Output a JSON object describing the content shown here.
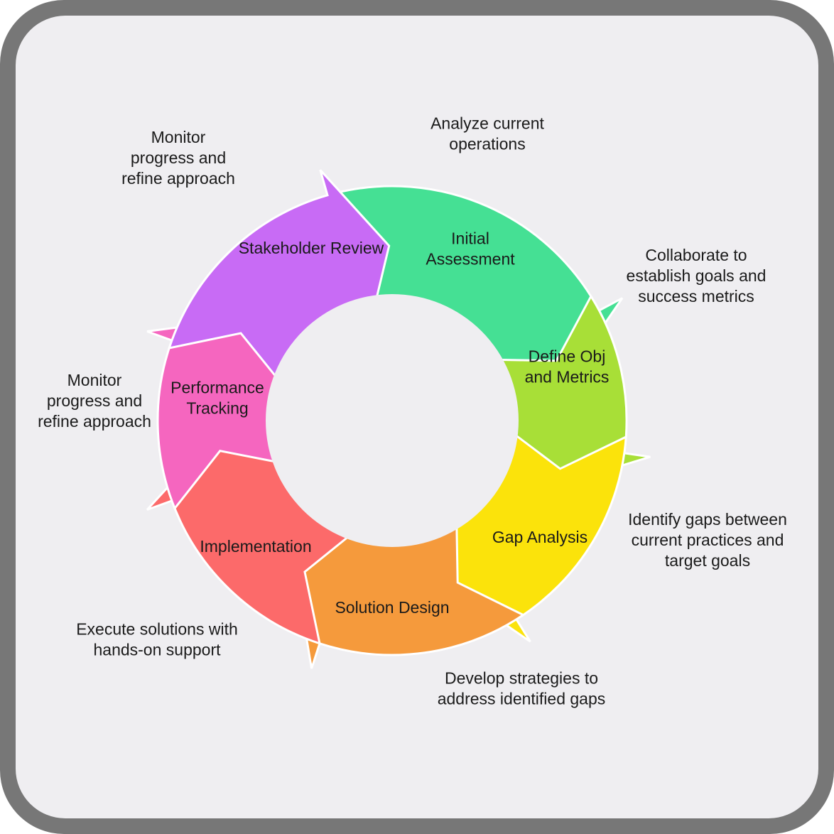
{
  "colors": {
    "frame_outer": "#777777",
    "frame_inner": "#efeef1",
    "inner_circle": "#efeef1"
  },
  "steps": [
    {
      "label_lines": [
        "Initial",
        "Assessment"
      ],
      "description_lines": [
        "Analyze current",
        "operations"
      ],
      "color": "#45e094"
    },
    {
      "label_lines": [
        "Define Obj",
        "and Metrics"
      ],
      "description_lines": [
        "Collaborate to",
        "establish goals and",
        "success metrics"
      ],
      "color": "#a8df37"
    },
    {
      "label_lines": [
        "Gap Analysis"
      ],
      "description_lines": [
        "Identify gaps between",
        "current practices and",
        "target goals"
      ],
      "color": "#fbe30b"
    },
    {
      "label_lines": [
        "Solution Design"
      ],
      "description_lines": [
        "Develop strategies to",
        "address identified gaps"
      ],
      "color": "#f59a3c"
    },
    {
      "label_lines": [
        "Implementation"
      ],
      "description_lines": [
        "Execute solutions with",
        "hands-on support"
      ],
      "color": "#fc6a6a"
    },
    {
      "label_lines": [
        "Performance",
        "Tracking"
      ],
      "description_lines": [
        "Monitor",
        "progress and",
        "refine approach"
      ],
      "color": "#f566bf"
    },
    {
      "label_lines": [
        "Stakeholder Review"
      ],
      "description_lines": [
        "Monitor",
        "progress and",
        "refine approach"
      ],
      "color": "#c86bf5"
    }
  ]
}
